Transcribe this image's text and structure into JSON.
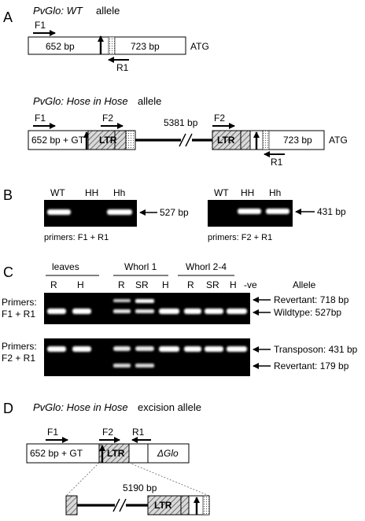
{
  "panels": {
    "a": "A",
    "b": "B",
    "c": "C",
    "d": "D"
  },
  "panel_a": {
    "wt_title_italic": "PvGlo: WT",
    "wt_title_rest": " allele",
    "wt_f1": "F1",
    "wt_r1": "R1",
    "wt_left_bp": "652 bp",
    "wt_right_bp": "723 bp",
    "wt_atg": "ATG",
    "hose_title_italic": "PvGlo: Hose in Hose",
    "hose_title_rest": " allele",
    "hose_f1": "F1",
    "hose_f2a": "F2",
    "hose_f2b": "F2",
    "hose_r1": "R1",
    "hose_left_bp": "652 bp + GT",
    "hose_ltr1": "LTR",
    "hose_ltr2": "LTR",
    "hose_gap_bp": "5381 bp",
    "hose_right_bp": "723 bp",
    "hose_atg": "ATG"
  },
  "panel_b": {
    "gel1_lanes": [
      "WT",
      "HH",
      "Hh"
    ],
    "gel1_band": "527 bp",
    "gel1_primers": "primers: F1 + R1",
    "gel2_lanes": [
      "WT",
      "HH",
      "Hh"
    ],
    "gel2_band": "431 bp",
    "gel2_primers": "primers: F2 + R1"
  },
  "panel_c": {
    "group_leaves": "leaves",
    "group_whorl1": "Whorl 1",
    "group_whorl24": "Whorl 2-4",
    "lanes": [
      "R",
      "H",
      "R",
      "SR",
      "H",
      "R",
      "SR",
      "H",
      "-ve"
    ],
    "allele_header": "Allele",
    "gel1_primers_line1": "Primers:",
    "gel1_primers_line2": "F1 + R1",
    "gel1_band_upper": "Revertant: 718 bp",
    "gel1_band_lower": "Wildtype: 527bp",
    "gel2_primers_line1": "Primers:",
    "gel2_primers_line2": "F2 + R1",
    "gel2_band_upper": "Transposon: 431 bp",
    "gel2_band_lower": "Revertant: 179 bp"
  },
  "panel_d": {
    "title_italic": "PvGlo: Hose in Hose",
    "title_rest": " excision allele",
    "f1": "F1",
    "f2": "F2",
    "r1": "R1",
    "left_bp": "652 bp + GT",
    "ltr_top": "LTR",
    "delta_glo": "ΔGlo",
    "gap_bp": "5190 bp",
    "ltr_bottom": "LTR"
  }
}
